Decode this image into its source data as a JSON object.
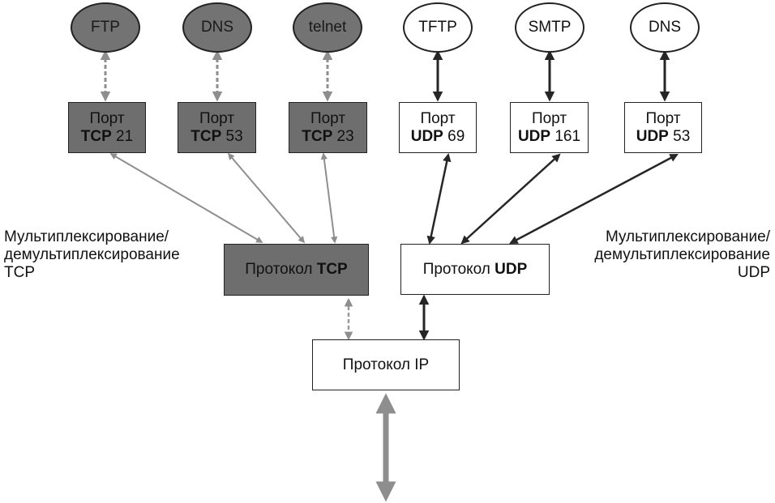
{
  "colors": {
    "tcp_fill": "#6e6e6e",
    "tcp_arrow": "#9a9a9a",
    "udp_arrow": "#2b2b2b",
    "ip_arrow": "#9a9a9a"
  },
  "apps": {
    "tcp": [
      {
        "label": "FTP"
      },
      {
        "label": "DNS"
      },
      {
        "label": "telnet"
      }
    ],
    "udp": [
      {
        "label": "TFTP"
      },
      {
        "label": "SMTP"
      },
      {
        "label": "DNS"
      }
    ]
  },
  "ports": {
    "tcp": [
      {
        "word": "Порт",
        "proto": "TCP",
        "num": " 21"
      },
      {
        "word": "Порт",
        "proto": "TCP",
        "num": " 53"
      },
      {
        "word": "Порт",
        "proto": "TCP",
        "num": " 23"
      }
    ],
    "udp": [
      {
        "word": "Порт",
        "proto": "UDP",
        "num": " 69"
      },
      {
        "word": "Порт",
        "proto": "UDP",
        "num": " 161"
      },
      {
        "word": "Порт",
        "proto": "UDP",
        "num": " 53"
      }
    ]
  },
  "protocols": {
    "tcp": {
      "prefix": "Протокол ",
      "name": "TCP"
    },
    "udp": {
      "prefix": "Протокол ",
      "name": "UDP"
    },
    "ip": {
      "label": "Протокол IP"
    }
  },
  "labels": {
    "left": {
      "line1": "Мультиплексирование/",
      "line2": "демультиплексирование",
      "line3": "TCP"
    },
    "right": {
      "line1": "Мультиплексирование/",
      "line2": "демультиплексирование",
      "line3": "UDP"
    }
  }
}
